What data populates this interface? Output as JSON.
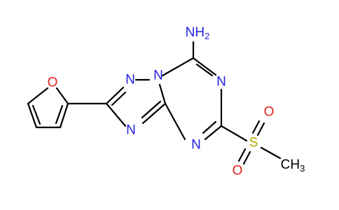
{
  "molecule": {
    "atom_labels": {
      "amine": "NH",
      "amine_subscript": "2",
      "furan_oxygen": "O",
      "triazole_n1": "N",
      "triazole_n2": "N",
      "triazole_n4": "N",
      "triazine_n_top": "N",
      "triazine_n_bottom": "N",
      "sulfur": "S",
      "sulfonyl_oxygen_top": "O",
      "sulfonyl_oxygen_bottom": "O",
      "methyl": "CH",
      "methyl_subscript": "3"
    },
    "colors": {
      "nitrogen": "#1f1fe0",
      "oxygen": "#e0211b",
      "sulfur": "#b3a200",
      "carbon": "#000000",
      "bond": "#000000"
    }
  }
}
